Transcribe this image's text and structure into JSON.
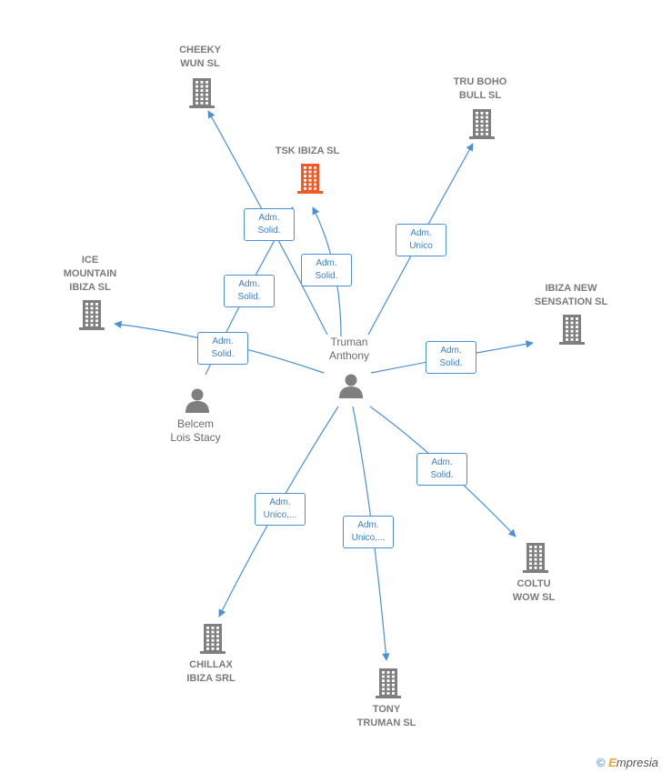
{
  "colors": {
    "edge": "#4a90d9",
    "company": "#7f7f7f",
    "focus_company": "#f05a28",
    "person": "#7f7f7f"
  },
  "companies": [
    {
      "id": "cheeky",
      "label": "CHEEKY\nWUN  SL",
      "icon": "building-icon"
    },
    {
      "id": "tsk",
      "label": "TSK IBIZA  SL",
      "icon": "building-icon",
      "focus": true
    },
    {
      "id": "truboho",
      "label": "TRU BOHO\nBULL SL",
      "icon": "building-icon"
    },
    {
      "id": "icemountain",
      "label": "ICE\nMOUNTAIN\nIBIZA SL",
      "icon": "building-icon"
    },
    {
      "id": "ibizanew",
      "label": "IBIZA NEW\nSENSATION  SL",
      "icon": "building-icon"
    },
    {
      "id": "coltu",
      "label": "COLTU\nWOW  SL",
      "icon": "building-icon"
    },
    {
      "id": "chillax",
      "label": "CHILLAX\nIBIZA SRL",
      "icon": "building-icon"
    },
    {
      "id": "tony",
      "label": "TONY\nTRUMAN  SL",
      "icon": "building-icon"
    }
  ],
  "people": [
    {
      "id": "truman",
      "label": "Truman\nAnthony",
      "icon": "person-icon"
    },
    {
      "id": "belcem",
      "label": "Belcem\nLois Stacy",
      "icon": "person-icon"
    }
  ],
  "relations": [
    {
      "from": "belcem",
      "to": "cheeky",
      "label": "Adm.\nSolid."
    },
    {
      "from": "truman",
      "to": "cheeky",
      "label": "Adm.\nSolid."
    },
    {
      "from": "truman",
      "to": "tsk",
      "label": "Adm.\nSolid."
    },
    {
      "from": "truman",
      "to": "truboho",
      "label": "Adm.\nUnico"
    },
    {
      "from": "truman",
      "to": "icemountain",
      "label": "Adm.\nSolid."
    },
    {
      "from": "truman",
      "to": "ibizanew",
      "label": "Adm.\nSolid."
    },
    {
      "from": "truman",
      "to": "coltu",
      "label": "Adm.\nSolid."
    },
    {
      "from": "truman",
      "to": "chillax",
      "label": "Adm.\nUnico,..."
    },
    {
      "from": "truman",
      "to": "tony",
      "label": "Adm.\nUnico,..."
    }
  ],
  "footer": {
    "copyright": "©",
    "brand_initial": "E",
    "brand_rest": "mpresia"
  }
}
